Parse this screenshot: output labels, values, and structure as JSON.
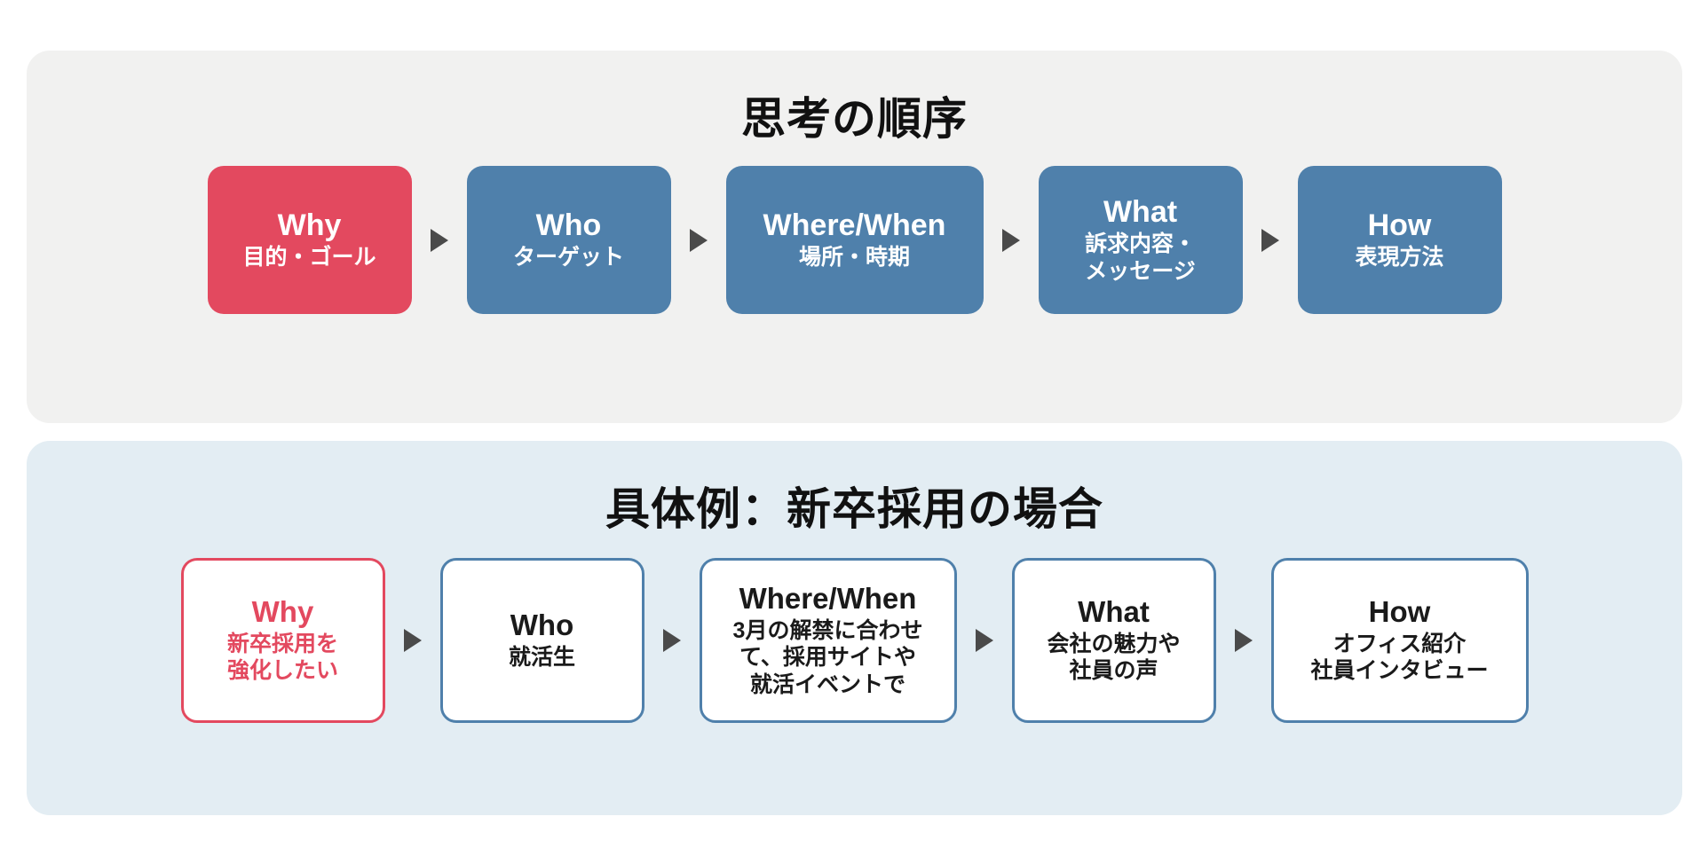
{
  "colors": {
    "accent_red": "#e3495f",
    "accent_blue": "#4f80ab",
    "panel_gray": "#f1f1f0",
    "panel_blue": "#e3edf3",
    "arrow_gray": "#4a4a4a"
  },
  "panels": [
    {
      "id": "thinking-order",
      "title": "思考の順序",
      "steps": [
        {
          "title": "Why",
          "sub_lines": [
            "目的・ゴール"
          ],
          "accent": true
        },
        {
          "title": "Who",
          "sub_lines": [
            "ターゲット"
          ],
          "accent": false
        },
        {
          "title": "Where/When",
          "sub_lines": [
            "場所・時期"
          ],
          "accent": false
        },
        {
          "title": "What",
          "sub_lines": [
            "訴求内容・",
            "メッセージ"
          ],
          "accent": false
        },
        {
          "title": "How",
          "sub_lines": [
            "表現方法"
          ],
          "accent": false
        }
      ]
    },
    {
      "id": "concrete-example",
      "title": "具体例：新卒採用の場合",
      "steps": [
        {
          "title": "Why",
          "sub_lines": [
            "新卒採用を",
            "強化したい"
          ],
          "accent": true
        },
        {
          "title": "Who",
          "sub_lines": [
            "就活生"
          ],
          "accent": false
        },
        {
          "title": "Where/When",
          "sub_lines": [
            "3月の解禁に合わせ",
            "て、採用サイトや",
            "就活イベントで"
          ],
          "accent": false
        },
        {
          "title": "What",
          "sub_lines": [
            "会社の魅力や",
            "社員の声"
          ],
          "accent": false
        },
        {
          "title": "How",
          "sub_lines": [
            "オフィス紹介",
            "社員インタビュー"
          ],
          "accent": false
        }
      ]
    }
  ],
  "arrow": {
    "icon": "triangle-right-icon",
    "count_per_row": 4
  }
}
